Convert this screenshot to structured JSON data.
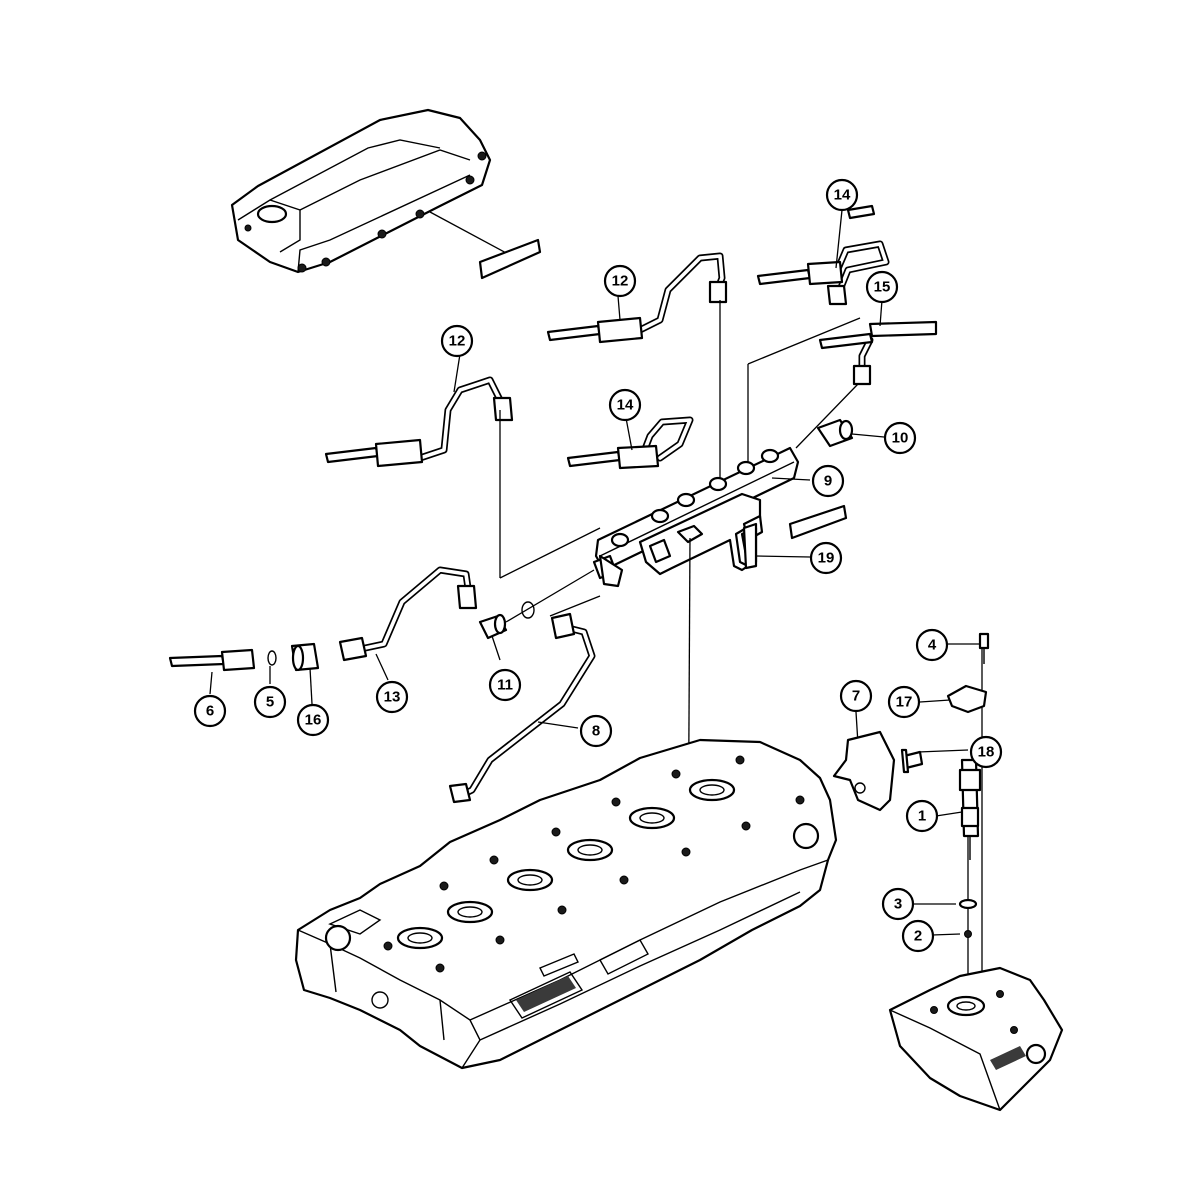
{
  "callouts": [
    {
      "id": "c1",
      "label": "1"
    },
    {
      "id": "c2",
      "label": "2"
    },
    {
      "id": "c3",
      "label": "3"
    },
    {
      "id": "c4",
      "label": "4"
    },
    {
      "id": "c5",
      "label": "5"
    },
    {
      "id": "c6",
      "label": "6"
    },
    {
      "id": "c7",
      "label": "7"
    },
    {
      "id": "c8",
      "label": "8"
    },
    {
      "id": "c9",
      "label": "9"
    },
    {
      "id": "c10",
      "label": "10"
    },
    {
      "id": "c11",
      "label": "11"
    },
    {
      "id": "c12a",
      "label": "12"
    },
    {
      "id": "c12b",
      "label": "12"
    },
    {
      "id": "c13",
      "label": "13"
    },
    {
      "id": "c14a",
      "label": "14"
    },
    {
      "id": "c14b",
      "label": "14"
    },
    {
      "id": "c15",
      "label": "15"
    },
    {
      "id": "c16",
      "label": "16"
    },
    {
      "id": "c17",
      "label": "17"
    },
    {
      "id": "c18",
      "label": "18"
    },
    {
      "id": "c19",
      "label": "19"
    }
  ]
}
